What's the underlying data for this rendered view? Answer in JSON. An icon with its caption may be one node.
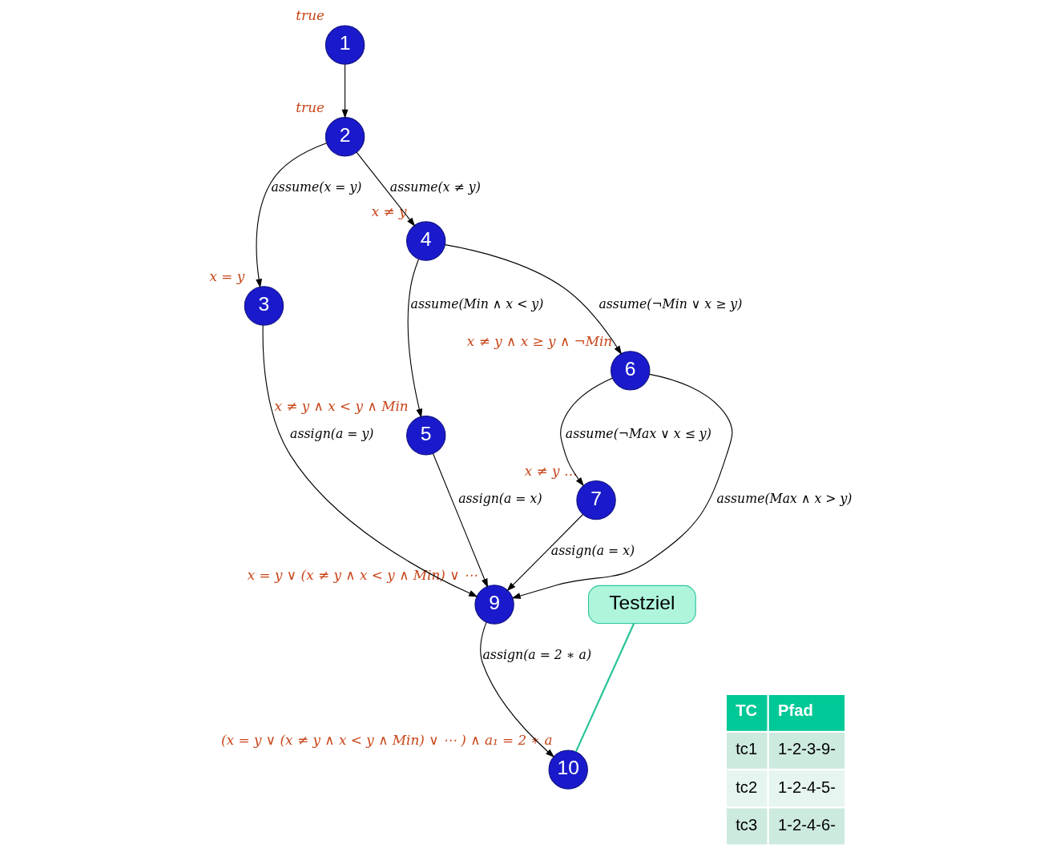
{
  "diagram": {
    "nodes": [
      {
        "text": [
          "1"
        ],
        "beside": [
          "true"
        ]
      },
      {
        "text": [
          "2"
        ],
        "beside": [
          "true"
        ]
      },
      {
        "text": [
          "3"
        ],
        "beside": [
          "x = y"
        ]
      },
      {
        "text": [
          "4"
        ],
        "beside": [
          "x ≠ y"
        ]
      },
      {
        "text": [
          "5"
        ],
        "beside": [
          "x ≠ y ∧ x < y ∧ Min"
        ]
      },
      {
        "text": [
          "6"
        ],
        "beside": [
          "x ≠ y ∧ x ≥ y ∧ ¬Min"
        ]
      },
      {
        "text": [
          "7"
        ],
        "beside": [
          "x ≠ y …"
        ]
      },
      {
        "text": [
          "9"
        ],
        "beside": [
          "x = y ∨ (x ≠ y ∧ x < y ∧ Min) ∨ ⋯"
        ]
      },
      {
        "text": [
          "10"
        ],
        "beside": [
          "(x = y ∨ (x ≠ y ∧ x < y ∧ Min) ∨ ⋯ ) ∧ a₁ = 2 ∗ a"
        ]
      },
      {
        "text": [
          "Testziel"
        ]
      }
    ],
    "edges": [
      {
        "from": 0,
        "to": 1,
        "arrow": "to"
      },
      {
        "from": 1,
        "to": 2,
        "arrow": "to",
        "label": "assume(x = y)"
      },
      {
        "from": 1,
        "to": 3,
        "arrow": "to",
        "label": "assume(x ≠ y)"
      },
      {
        "from": 3,
        "to": 4,
        "arrow": "to",
        "label": "assume(Min ∧ x < y)"
      },
      {
        "from": 3,
        "to": 5,
        "arrow": "to",
        "label": "assume(¬Min ∨ x ≥ y)"
      },
      {
        "from": 5,
        "to": 6,
        "arrow": "to",
        "label": "assume(¬Max ∨ x ≤ y)"
      },
      {
        "from": 2,
        "to": 7,
        "arrow": "to",
        "label": "assign(a = y)"
      },
      {
        "from": 4,
        "to": 7,
        "arrow": "to",
        "label": "assign(a = x)"
      },
      {
        "from": 5,
        "to": 7,
        "arrow": "to",
        "label": "assume(Max ∧ x > y)"
      },
      {
        "from": 6,
        "to": 7,
        "arrow": "to",
        "label": "assign(a = x)"
      },
      {
        "from": 7,
        "to": 8,
        "arrow": "to",
        "label": "assign(a = 2 ∗ a)"
      },
      {
        "from": 9,
        "to": 8,
        "arrow": "none",
        "color": "#2bc59a"
      }
    ],
    "labels": [
      "TC",
      "Pfad",
      "tc1",
      "1-2-3-9-",
      "tc2",
      "1-2-4-5-",
      "tc3",
      "1-2-4-6-"
    ]
  }
}
